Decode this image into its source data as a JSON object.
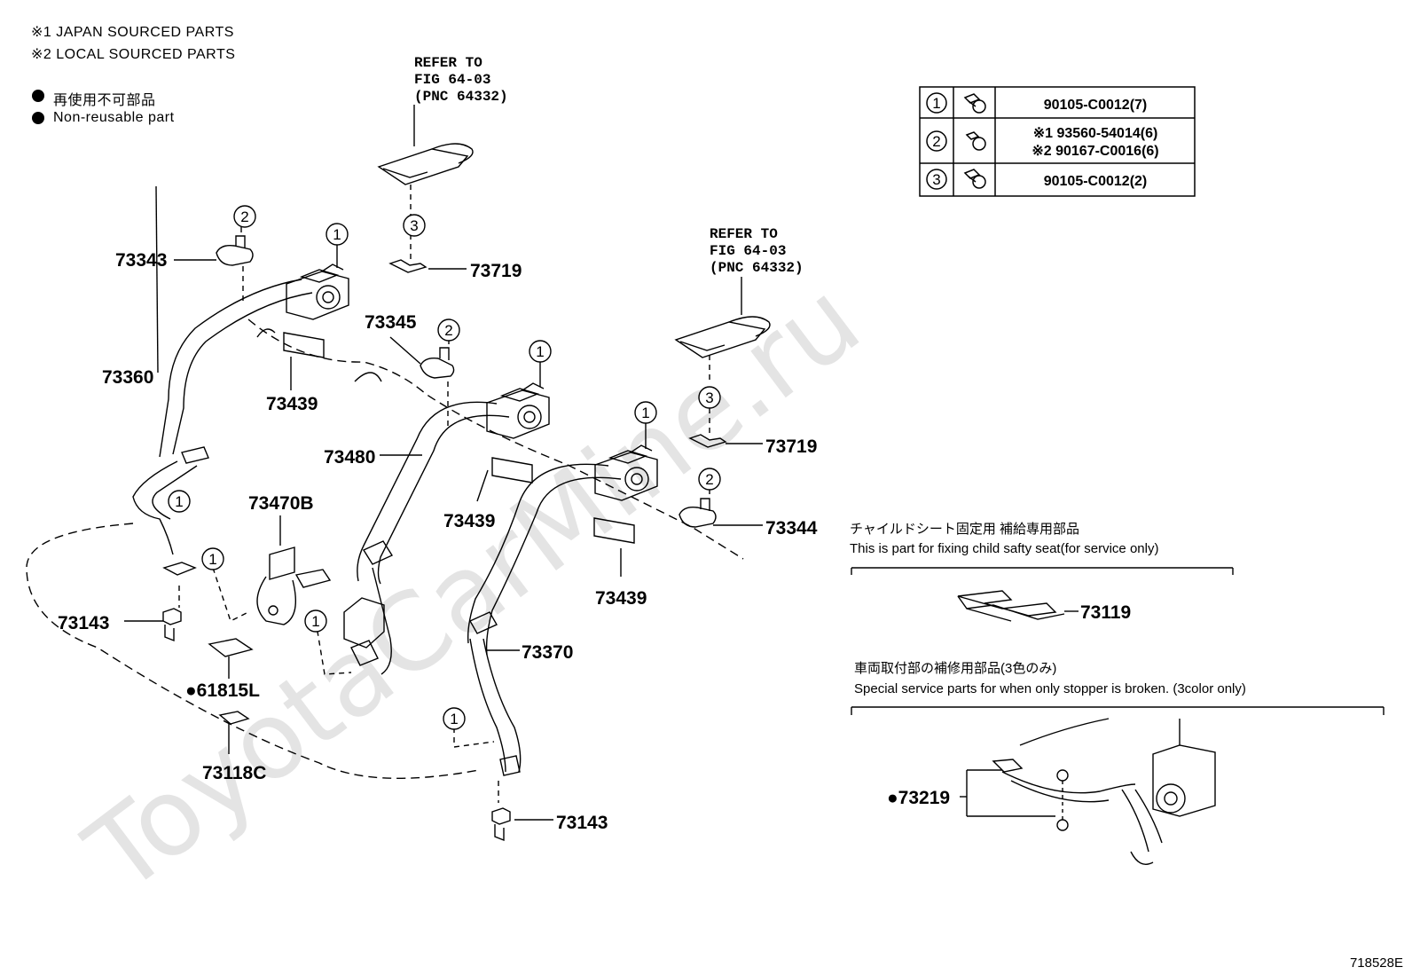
{
  "legend": {
    "note1": "※1  JAPAN SOURCED PARTS",
    "note2": "※2  LOCAL SOURCED PARTS",
    "nonreusable_jp": "再使用不可部品",
    "nonreusable_en": "Non-reusable part"
  },
  "fastener_table": [
    {
      "ref": "1",
      "parts": [
        "90105-C0012(7)"
      ]
    },
    {
      "ref": "2",
      "parts": [
        "※1 93560-54014(6)",
        "※2 90167-C0016(6)"
      ]
    },
    {
      "ref": "3",
      "parts": [
        "90105-C0012(2)"
      ]
    }
  ],
  "refer_notes": [
    {
      "line1": "REFER TO",
      "line2": "FIG 64-03",
      "line3": "(PNC 64332)"
    },
    {
      "line1": "REFER TO",
      "line2": "FIG 64-03",
      "line3": "(PNC 64332)"
    }
  ],
  "part_labels": {
    "p73343": "73343",
    "p73719_a": "73719",
    "p73719_b": "73719",
    "p73360": "73360",
    "p73345": "73345",
    "p73439_a": "73439",
    "p73439_b": "73439",
    "p73439_c": "73439",
    "p73480": "73480",
    "p73344": "73344",
    "p73470B": "73470B",
    "p73143_a": "73143",
    "p73143_b": "73143",
    "p61815L": "●61815L",
    "p73118C": "73118C",
    "p73370": "73370",
    "p73119": "73119",
    "p73219": "●73219"
  },
  "callouts": {
    "c2_a": "2",
    "c1_a": "1",
    "c3_a": "3",
    "c2_b": "2",
    "c1_b": "1",
    "c1_c": "1",
    "c3_b": "3",
    "c2_c": "2",
    "c1_d": "1",
    "c1_e": "1",
    "c1_f": "1",
    "c1_g": "1"
  },
  "child_seat_section": {
    "title_jp": "チャイルドシート固定用 補給専用部品",
    "title_en": "This is part for fixing child safty seat(for service only)"
  },
  "stopper_section": {
    "title_jp": "車両取付部の補修用部品(3色のみ)",
    "title_en": "Special service parts for when only stopper is broken. (3color only)"
  },
  "figure_id": "718528E",
  "watermark": "ToyotaCarMine.ru"
}
